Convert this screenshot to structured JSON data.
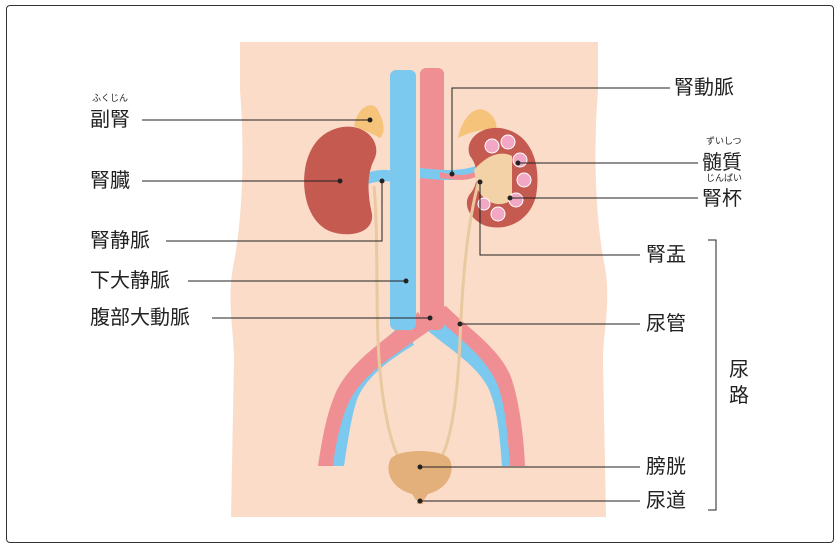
{
  "labels": {
    "adrenal": {
      "text": "副腎",
      "ruby": "ふくじん"
    },
    "kidney": {
      "text": "腎臓"
    },
    "renal_vein": {
      "text": "腎静脈"
    },
    "ivc": {
      "text": "下大静脈"
    },
    "aorta": {
      "text": "腹部大動脈"
    },
    "renal_artery": {
      "text": "腎動脈"
    },
    "medulla": {
      "text": "髄質",
      "ruby": "ずいしつ"
    },
    "calyx": {
      "text": "腎杯",
      "ruby": "じんぱい"
    },
    "pelvis": {
      "text": "腎盂"
    },
    "ureter": {
      "text": "尿管"
    },
    "bladder": {
      "text": "膀胱"
    },
    "urethra": {
      "text": "尿道"
    },
    "urinary_tract": {
      "text": "尿路"
    }
  },
  "colors": {
    "body": "#fbdcc8",
    "artery": "#ef8f93",
    "vein": "#7cc9ef",
    "kidney": "#c45a50",
    "adrenal": "#f5c47a",
    "ureter": "#e9c9a0",
    "bladder": "#e3b07c"
  }
}
